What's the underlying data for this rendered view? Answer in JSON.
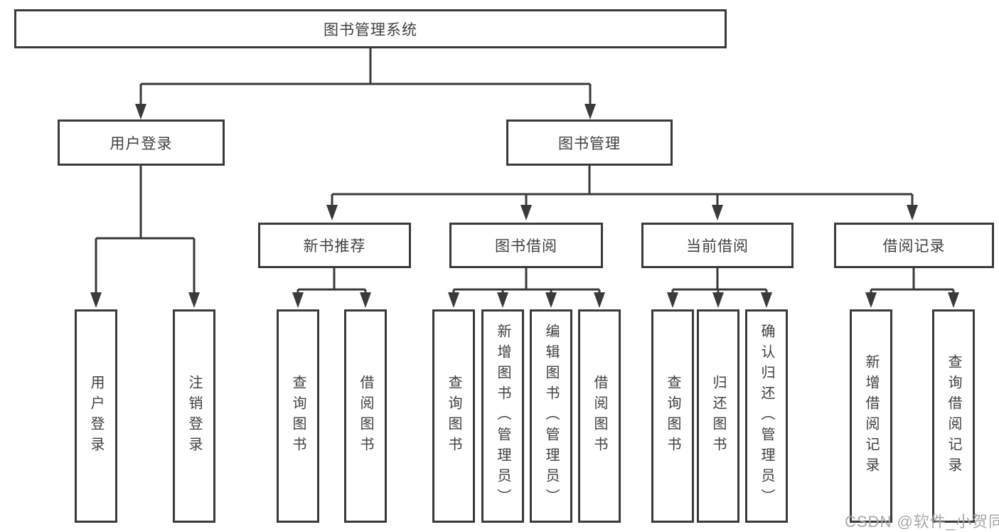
{
  "nodes": {
    "root": "图书管理系统",
    "userLogin": "用户登录",
    "bookMgmt": "图书管理",
    "newBookRec": "新书推荐",
    "bookBorrow": "图书借阅",
    "currentBorrow": "当前借阅",
    "borrowRecord": "借阅记录",
    "leafUserLogin": "用户登录",
    "leafLogout": "注销登录",
    "leafQueryBook1": "查询图书",
    "leafBorrowBook1": "借阅图书",
    "leafQueryBook2": "查询图书",
    "leafAddBook": "新增图书（管理员）",
    "leafEditBook": "编辑图书（管理员）",
    "leafBorrowBook2": "借阅图书",
    "leafQueryBook3": "查询图书",
    "leafReturnBook": "归还图书",
    "leafConfirmReturn": "确认归还（管理员）",
    "leafAddRecord": "新增借阅记录",
    "leafQueryRecord": "查询借阅记录"
  },
  "watermark": "CSDN @软件_小贺同学",
  "colors": {
    "line": "#3a3a3a",
    "text": "#3f3f3f",
    "background": "#ffffff",
    "watermark": "#a8a8a8"
  }
}
